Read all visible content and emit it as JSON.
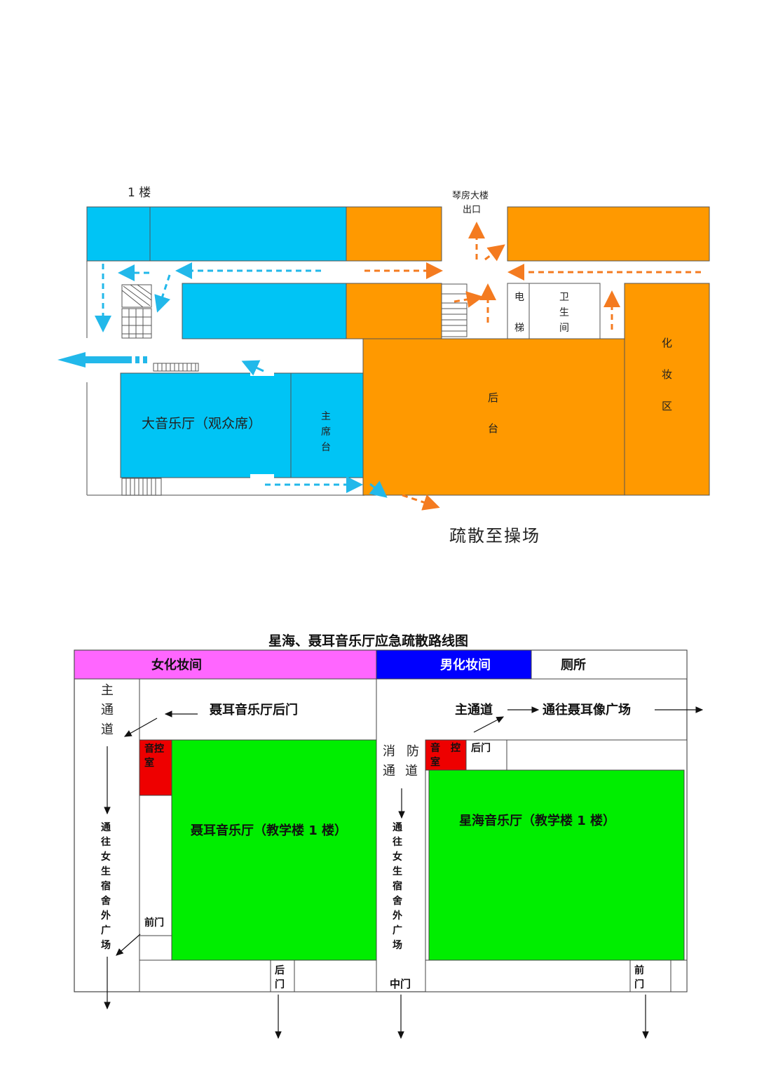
{
  "plan1": {
    "floor_label": "1 楼",
    "exit_top": [
      "琴房大楼",
      "出口"
    ],
    "elevator": [
      "电",
      "梯"
    ],
    "toilet": [
      "卫",
      "生",
      "间"
    ],
    "makeup": [
      "化",
      "妆",
      "区"
    ],
    "backstage": [
      "后",
      "台"
    ],
    "hall": "大音乐厅（观众席）",
    "rostrum": [
      "主",
      "席",
      "台"
    ],
    "evacuate": "疏散至操场",
    "colors": {
      "blue": "#00c4f5",
      "orange": "#ff9900",
      "arrow_blue": "#22b8ea",
      "arrow_orange": "#f47b20"
    }
  },
  "plan2": {
    "title": "星海、聂耳音乐厅应急疏散路线图",
    "female_makeup": "女化妆间",
    "male_makeup": "男化妆间",
    "toilet": "厕所",
    "main_aisle_left": [
      "主",
      "通",
      "道"
    ],
    "nie_er_back_door": "聂耳音乐厅后门",
    "main_aisle_right": "主通道",
    "to_statue": "通往聂耳像广场",
    "sound_room_left": [
      "音控",
      "室"
    ],
    "sound_room_right": [
      "音",
      "控",
      "室"
    ],
    "back_door": "后门",
    "fire_lane": [
      "消",
      "防",
      "通",
      "道"
    ],
    "nie_er_hall": "聂耳音乐厅（教学楼 1 楼）",
    "xinghai_hall": "星海音乐厅（教学楼 1 楼）",
    "to_dorm": [
      "通",
      "往",
      "女",
      "生",
      "宿",
      "舍",
      "外",
      "广",
      "场"
    ],
    "front_door": "前门",
    "back_door_vertical": [
      "后",
      "门"
    ],
    "middle_door": "中门",
    "front_door_vertical": [
      "前",
      "门"
    ],
    "colors": {
      "magenta": "#ff66ff",
      "blue": "#0000ff",
      "green": "#00ee00",
      "red": "#ee0000"
    }
  }
}
